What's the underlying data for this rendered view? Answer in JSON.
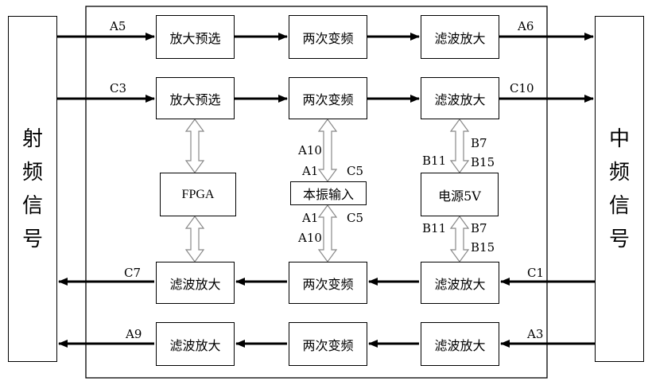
{
  "left_panel": {
    "chars": [
      "射",
      "频",
      "信",
      "号"
    ]
  },
  "right_panel": {
    "chars": [
      "中",
      "频",
      "信",
      "号"
    ]
  },
  "rows": {
    "row1": {
      "in_label": "A5",
      "b1": "放大预选",
      "b2": "两次变频",
      "b3": "滤波放大",
      "out_label": "A6"
    },
    "row2": {
      "in_label": "C3",
      "b1": "放大预选",
      "b2": "两次变频",
      "b3": "滤波放大",
      "out_label": "C10"
    },
    "row3": {
      "in_label": "C1",
      "b1": "滤波放大",
      "b2": "两次变频",
      "b3": "滤波放大",
      "out_label": "C7"
    },
    "row4": {
      "in_label": "A3",
      "b1": "滤波放大",
      "b2": "两次变频",
      "b3": "滤波放大",
      "out_label": "A9"
    }
  },
  "middle": {
    "fpga": "FPGA",
    "lo": "本振输入",
    "power": "电源5V"
  },
  "pins": {
    "lo_up_left_1": "A10",
    "lo_up_left_2": "A1",
    "lo_up_right": "C5",
    "lo_down_left_1": "A1",
    "lo_down_left_2": "A10",
    "lo_down_right": "C5",
    "pw_up_left": "B11",
    "pw_up_right_1": "B7",
    "pw_up_right_2": "B15",
    "pw_down_left": "B11",
    "pw_down_right_1": "B7",
    "pw_down_right_2": "B15"
  }
}
